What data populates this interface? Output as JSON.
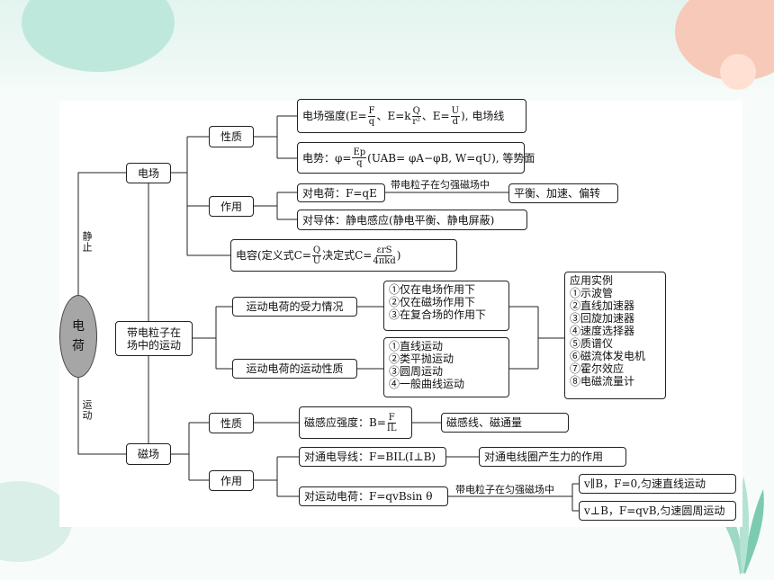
{
  "root": {
    "line1": "电",
    "line2": "荷"
  },
  "branch_labels": {
    "static": "静止",
    "moving": "运动"
  },
  "electric": {
    "title": "电场",
    "property": {
      "title": "性质",
      "intensity": {
        "prefix": "电场强度(",
        "e1": "E=",
        "f1n": "F",
        "f1d": "q",
        "e2": "、E=k",
        "f2n": "Q",
        "f2d": "r²",
        "e3": "、E=",
        "f3n": "U",
        "f3d": "d",
        "suffix": "), 电场线"
      },
      "potential": {
        "prefix": "电势：φ=",
        "fn": "Ep",
        "fd": "q",
        "suffix": "(UAB= φA−φB, W=qU), 等势面"
      }
    },
    "effect": {
      "title": "作用",
      "charge": "对电荷：F=qE",
      "note": "带电粒子在匀强磁场中",
      "result": "平衡、加速、偏转",
      "conductor": "对导体：静电感应(静电平衡、静电屏蔽)"
    },
    "capacitance": {
      "prefix": "电容(定义式C=",
      "fn": "Q",
      "fd": "U",
      "mid": " 决定式C=",
      "gn": "εrS",
      "gd": "4πkd",
      "suffix": ")"
    }
  },
  "particle": {
    "title_line1": "带电粒子在",
    "title_line2": "场中的运动",
    "force": {
      "title": "运动电荷的受力情况",
      "items": [
        "①仅在电场作用下",
        "②仅在磁场作用下",
        "③在复合场的作用下"
      ]
    },
    "motion": {
      "title": "运动电荷的运动性质",
      "items": [
        "①直线运动",
        "②类平抛运动",
        "③圆周运动",
        "④一般曲线运动"
      ]
    },
    "applications": {
      "title": "应用实例",
      "items": [
        "①示波管",
        "②直线加速器",
        "③回旋加速器",
        "④速度选择器",
        "⑤质谱仪",
        "⑥磁流体发电机",
        "⑦霍尔效应",
        "⑧电磁流量计"
      ]
    }
  },
  "magnetic": {
    "title": "磁场",
    "property": {
      "title": "性质",
      "induction_prefix": "磁感应强度：B=",
      "fn": "F",
      "fd": "IL",
      "lines": "磁感线、磁通量"
    },
    "effect": {
      "title": "作用",
      "wire": "对通电导线：F=BIL(I⊥B)",
      "coil": "对通电线圈产生力的作用",
      "charge": "对运动电荷：F=qvBsin θ",
      "note": "带电粒子在匀强磁场中",
      "parallel": "v∥B，F=0,匀速直线运动",
      "perpendicular": "v⊥B，F=qvB,匀速圆周运动"
    }
  },
  "colors": {
    "ellipse": "#a6a6a6",
    "top_band": "#e3f4ef",
    "accent_green": "#bfe8dd",
    "accent_peach": "#f7c9b8"
  }
}
